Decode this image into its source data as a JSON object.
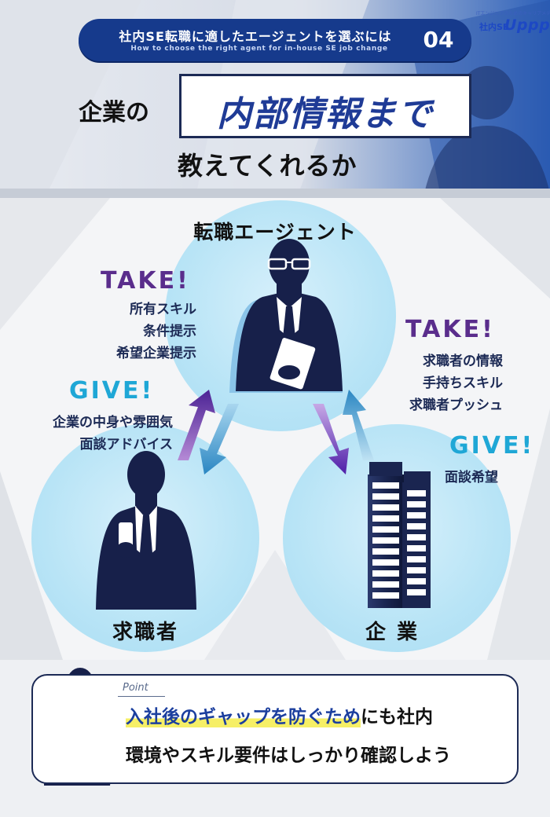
{
  "header": {
    "banner_title": "社内SE転職に適したエージェントを選ぶには",
    "banner_subtitle": "How to choose the right agent for in-house SE job change",
    "banner_number": "04",
    "logo_tagline": "ITエンジニアのためのキャリアメディア",
    "logo_kanji": "社内SE",
    "logo_main": "Uppp",
    "company_label": "企業の",
    "highlight_box": "内部情報まで",
    "teach_line": "教えてくれるか"
  },
  "diagram": {
    "agent_label": "転職エージェント",
    "seeker_label": "求職者",
    "company_label": "企業",
    "take_left": {
      "title": "TAKE!",
      "items": [
        "所有スキル",
        "条件提示",
        "希望企業提示"
      ]
    },
    "take_right": {
      "title": "TAKE!",
      "items": [
        "求職者の情報",
        "手持ちスキル",
        "求職者プッシュ"
      ]
    },
    "give_left": {
      "title": "GIVE!",
      "items": [
        "企業の中身や雰囲気",
        "面談アドバイス"
      ]
    },
    "give_right": {
      "title": "GIVE!",
      "items": [
        "面談希望"
      ]
    }
  },
  "point": {
    "label": "Point",
    "highlight": "入社後のギャップを防ぐため",
    "line1_rest": "にも社内",
    "line2": "環境やスキル要件はしっかり確認しよう"
  },
  "colors": {
    "navy": "#163a8c",
    "purple": "#5a2d8c",
    "cyan": "#1fa7d6",
    "circle": "#b8e4f6",
    "highlight_yellow": "#f6ef66"
  }
}
